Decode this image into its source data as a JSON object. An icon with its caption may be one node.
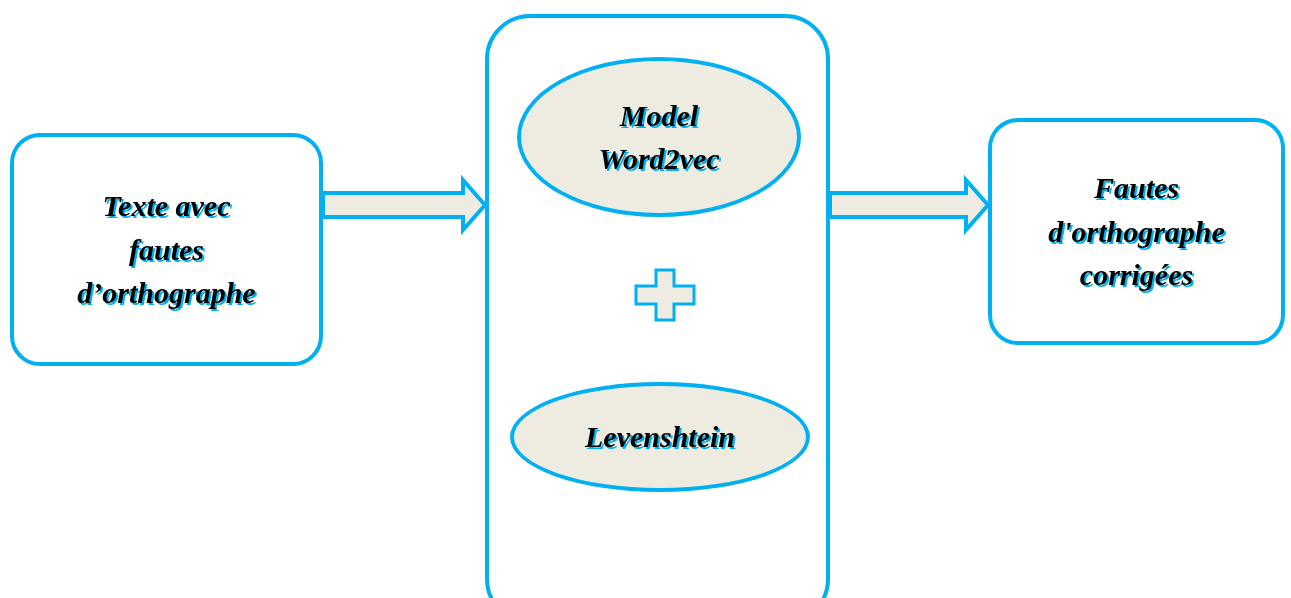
{
  "diagram": {
    "nodes": [
      {
        "text": [
          "Texte avec fautes d’orthographe"
        ]
      },
      {
        "text": [],
        "shape": "box"
      },
      {
        "text": [
          "Model Word2vec"
        ],
        "in": 1
      },
      {
        "text": [
          "Levenshtein"
        ],
        "in": 1
      },
      {
        "text": [
          "Fautes d'orthographe corrigées"
        ]
      }
    ],
    "edges": [
      {
        "from": 0,
        "to": 1,
        "arrow": "to"
      },
      {
        "from": 1,
        "to": 4,
        "arrow": "to"
      }
    ]
  }
}
